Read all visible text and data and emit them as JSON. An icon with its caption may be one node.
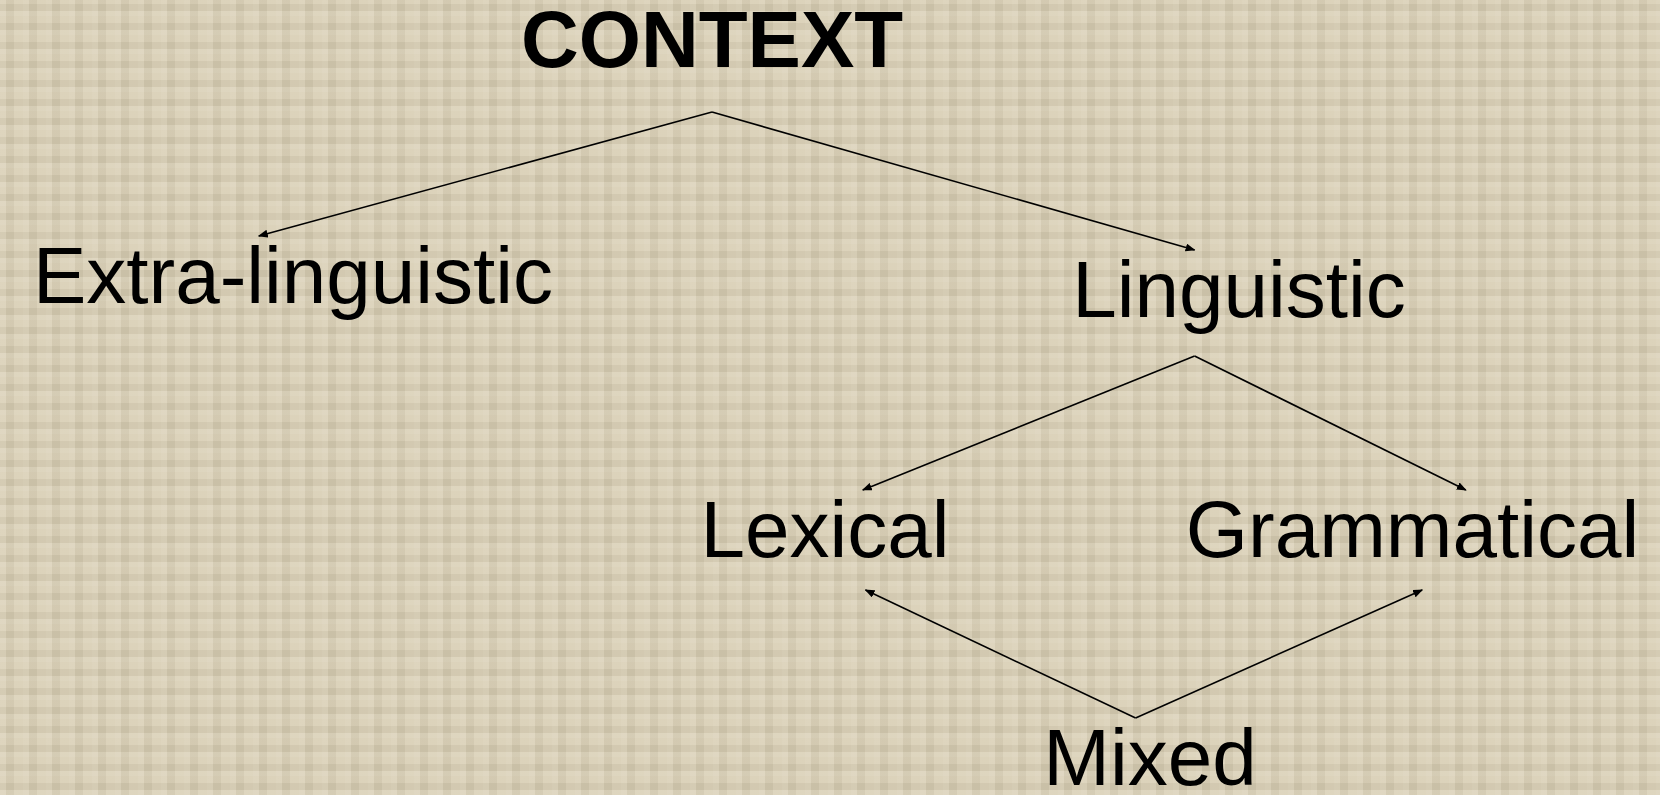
{
  "diagram": {
    "nodes": [
      {
        "text": [
          "CONTEXT"
        ]
      },
      {
        "text": [
          "Extra-linguistic"
        ]
      },
      {
        "text": [
          "Linguistic"
        ]
      },
      {
        "text": [
          "Lexical"
        ]
      },
      {
        "text": [
          "Grammatical"
        ]
      },
      {
        "text": [
          "Mixed"
        ]
      }
    ],
    "edges": [
      {
        "from": 0,
        "to": 1,
        "arrow": "to"
      },
      {
        "from": 0,
        "to": 2,
        "arrow": "to"
      },
      {
        "from": 2,
        "to": 3,
        "arrow": "to"
      },
      {
        "from": 2,
        "to": 4,
        "arrow": "to"
      },
      {
        "from": 5,
        "to": 3,
        "arrow": "to"
      },
      {
        "from": 5,
        "to": 4,
        "arrow": "to"
      }
    ]
  }
}
